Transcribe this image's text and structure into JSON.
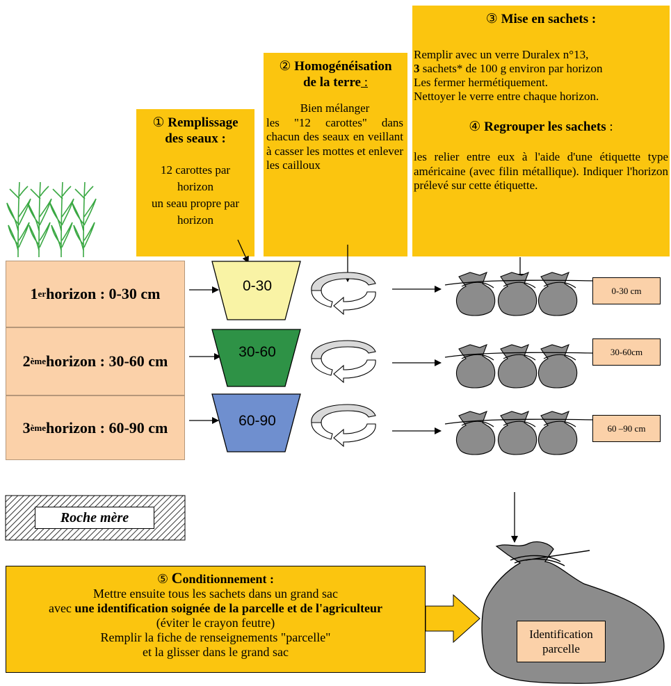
{
  "step1": {
    "number": "①",
    "title_line1": "Remplissage",
    "title_line2": "des seaux :",
    "body_lines": [
      "12 carottes par",
      "horizon",
      "un seau propre par",
      "horizon"
    ]
  },
  "step2": {
    "number": "②",
    "title_line1": "Homogénéisation",
    "title_line2": "de la terre",
    "title_suffix": " :",
    "body_line1": "Bien mélanger",
    "body_rest": "les \"12 carottes\" dans chacun des seaux en veillant à casser les mottes et enlever les cailloux"
  },
  "step3": {
    "number": "③",
    "title": "Mise en sachets :",
    "line1": "Remplir avec un verre Duralex n°13,",
    "line2_bold": "3",
    "line2_rest": " sachets* de 100 g environ par horizon",
    "line3": "Les fermer hermétiquement.",
    "line4": "Nettoyer le verre entre chaque horizon."
  },
  "step4": {
    "number": "④",
    "title": "Regrouper les sachets",
    "title_suffix": " :",
    "body": "les relier entre eux à l'aide d'une étiquette type américaine (avec filin métallique). Indiquer l'horizon prélevé sur cette étiquette."
  },
  "horizons": [
    {
      "ord": "1",
      "sup": "er",
      "label": " horizon : 0-30 cm",
      "bucket": "0-30",
      "tag": "0-30 cm",
      "color": "#f9f3a5"
    },
    {
      "ord": "2",
      "sup": "ème",
      "label": " horizon : 30-60 cm",
      "bucket": "30-60",
      "tag": "30-60cm",
      "color": "#2e9246"
    },
    {
      "ord": "3",
      "sup": "ème",
      "label": " horizon : 60-90 cm",
      "bucket": "60-90",
      "tag": "60 –90 cm",
      "color": "#6f8fcf"
    }
  ],
  "roche": "Roche mère",
  "step5": {
    "number": "⑤",
    "title_cap": "C",
    "title_rest": "onditionnement :",
    "line1": "Mettre ensuite tous les sachets dans un grand sac",
    "line2_pre": "avec ",
    "line2_bold": "une identification soignée de la parcelle et de l'agriculteur",
    "line3": "(éviter le crayon feutre)",
    "line4": "Remplir la fiche de renseignements \"parcelle\"",
    "line5": "et la glisser dans le grand sac"
  },
  "big_sack_tag": {
    "line1": "Identification",
    "line2": "parcelle"
  },
  "colors": {
    "box_yellow": "#fbc50f",
    "horizon_fill": "#fbd1a9",
    "sack_gray": "#8c8c8c",
    "plant_green": "#3aa843"
  }
}
